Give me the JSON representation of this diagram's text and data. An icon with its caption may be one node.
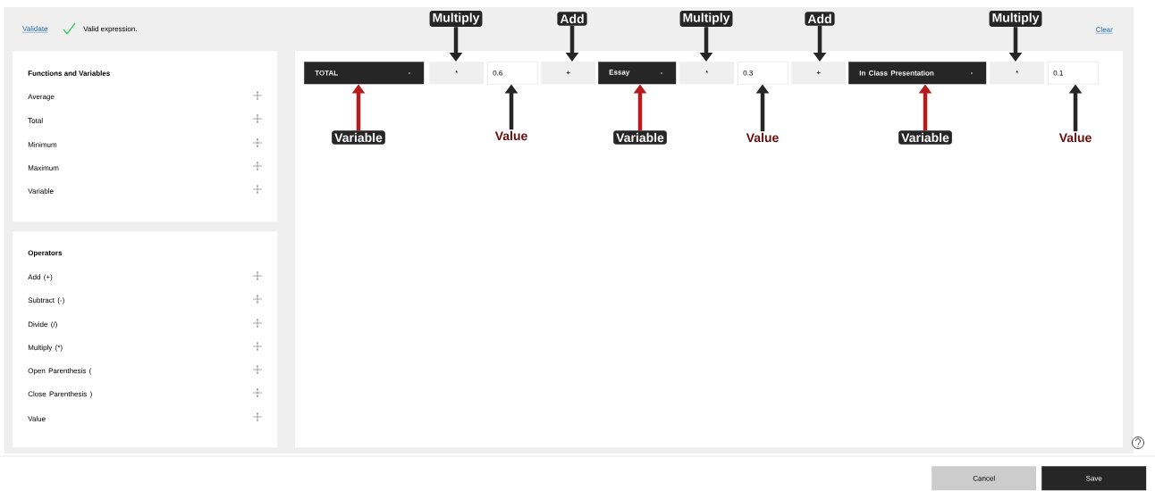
{
  "diagram": {
    "nodes": [
      {
        "text": [
          "Functions and Variables"
        ]
      },
      {
        "text": [
          "Average"
        ],
        "in": 0
      },
      {
        "text": [
          "Total"
        ],
        "in": 0
      },
      {
        "text": [
          "Minimum"
        ],
        "in": 0
      },
      {
        "text": [
          "Maximum"
        ],
        "in": 0
      },
      {
        "text": [
          "Variable"
        ],
        "in": 0
      },
      {
        "text": [
          "Operators"
        ]
      },
      {
        "text": [
          "Add (+)"
        ],
        "in": 6
      },
      {
        "text": [
          "Subtract (-)"
        ],
        "in": 6
      },
      {
        "text": [
          "Divide (/)"
        ],
        "in": 6
      },
      {
        "text": [
          "Multiply (*)"
        ],
        "in": 6
      },
      {
        "text": [
          "Open Parenthesis ("
        ],
        "in": 6
      },
      {
        "text": [
          "Close Parenthesis )"
        ],
        "in": 6
      },
      {
        "text": [
          "Value"
        ],
        "in": 6
      },
      {
        "text": [
          "TOTAL"
        ]
      },
      {
        "text": [
          "*"
        ]
      },
      {
        "text": [
          "0.6"
        ]
      },
      {
        "text": [
          "+"
        ]
      },
      {
        "text": [
          "Essay"
        ]
      },
      {
        "text": [
          "*"
        ]
      },
      {
        "text": [
          "0.3"
        ]
      },
      {
        "text": [
          "+"
        ]
      },
      {
        "text": [
          "In Class Presentation"
        ]
      },
      {
        "text": [
          "*"
        ]
      },
      {
        "text": [
          "0.1"
        ]
      },
      {
        "text": [
          "Multiply"
        ]
      },
      {
        "text": [
          "Add"
        ]
      },
      {
        "text": [
          "Multiply"
        ]
      },
      {
        "text": [
          "Add"
        ]
      },
      {
        "text": [
          "Multiply"
        ]
      },
      {
        "text": [
          "Variable"
        ]
      },
      {
        "text": [
          "Value"
        ]
      },
      {
        "text": [
          "Variable"
        ]
      },
      {
        "text": [
          "Value"
        ]
      },
      {
        "text": [
          "Variable"
        ]
      },
      {
        "text": [
          "Value"
        ]
      },
      {
        "text": [
          "Cancel"
        ]
      },
      {
        "text": [
          "Save"
        ]
      }
    ],
    "edges": [
      {
        "from": 25,
        "to": 15,
        "arrow": "to"
      },
      {
        "from": 26,
        "to": 17,
        "arrow": "to"
      },
      {
        "from": 27,
        "to": 19,
        "arrow": "to"
      },
      {
        "from": 28,
        "to": 21,
        "arrow": "to"
      },
      {
        "from": 29,
        "to": 23,
        "arrow": "to"
      },
      {
        "from": 30,
        "to": 14,
        "arrow": "to",
        "color": "#b71c1c"
      },
      {
        "from": 31,
        "to": 16,
        "arrow": "to"
      },
      {
        "from": 32,
        "to": 18,
        "arrow": "to",
        "color": "#b71c1c"
      },
      {
        "from": 33,
        "to": 20,
        "arrow": "to"
      },
      {
        "from": 34,
        "to": 22,
        "arrow": "to",
        "color": "#b71c1c"
      },
      {
        "from": 35,
        "to": 24,
        "arrow": "to"
      }
    ],
    "labels": [
      "Validate",
      "Valid expression.",
      "Clear"
    ]
  }
}
